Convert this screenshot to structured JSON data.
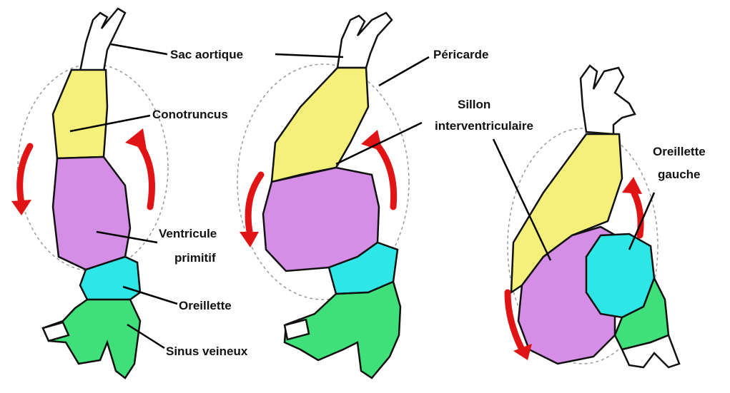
{
  "labels": {
    "sac_aortique": "Sac aortique",
    "pericarde": "Péricarde",
    "conotruncus": "Conotruncus",
    "sillon_line1": "Sillon",
    "sillon_line2": "interventriculaire",
    "oreillette_gauche_line1": "Oreillette",
    "oreillette_gauche_line2": "gauche",
    "ventricule_line1": "Ventricule",
    "ventricule_line2": "primitif",
    "oreillette": "Oreillette",
    "sinus_veineux": "Sinus veineux"
  },
  "colors": {
    "conotruncus": "#f5f07a",
    "ventricule": "#d48ee6",
    "oreillette": "#2fe6e6",
    "sinus": "#3fe07a",
    "arrow": "#e01414"
  }
}
